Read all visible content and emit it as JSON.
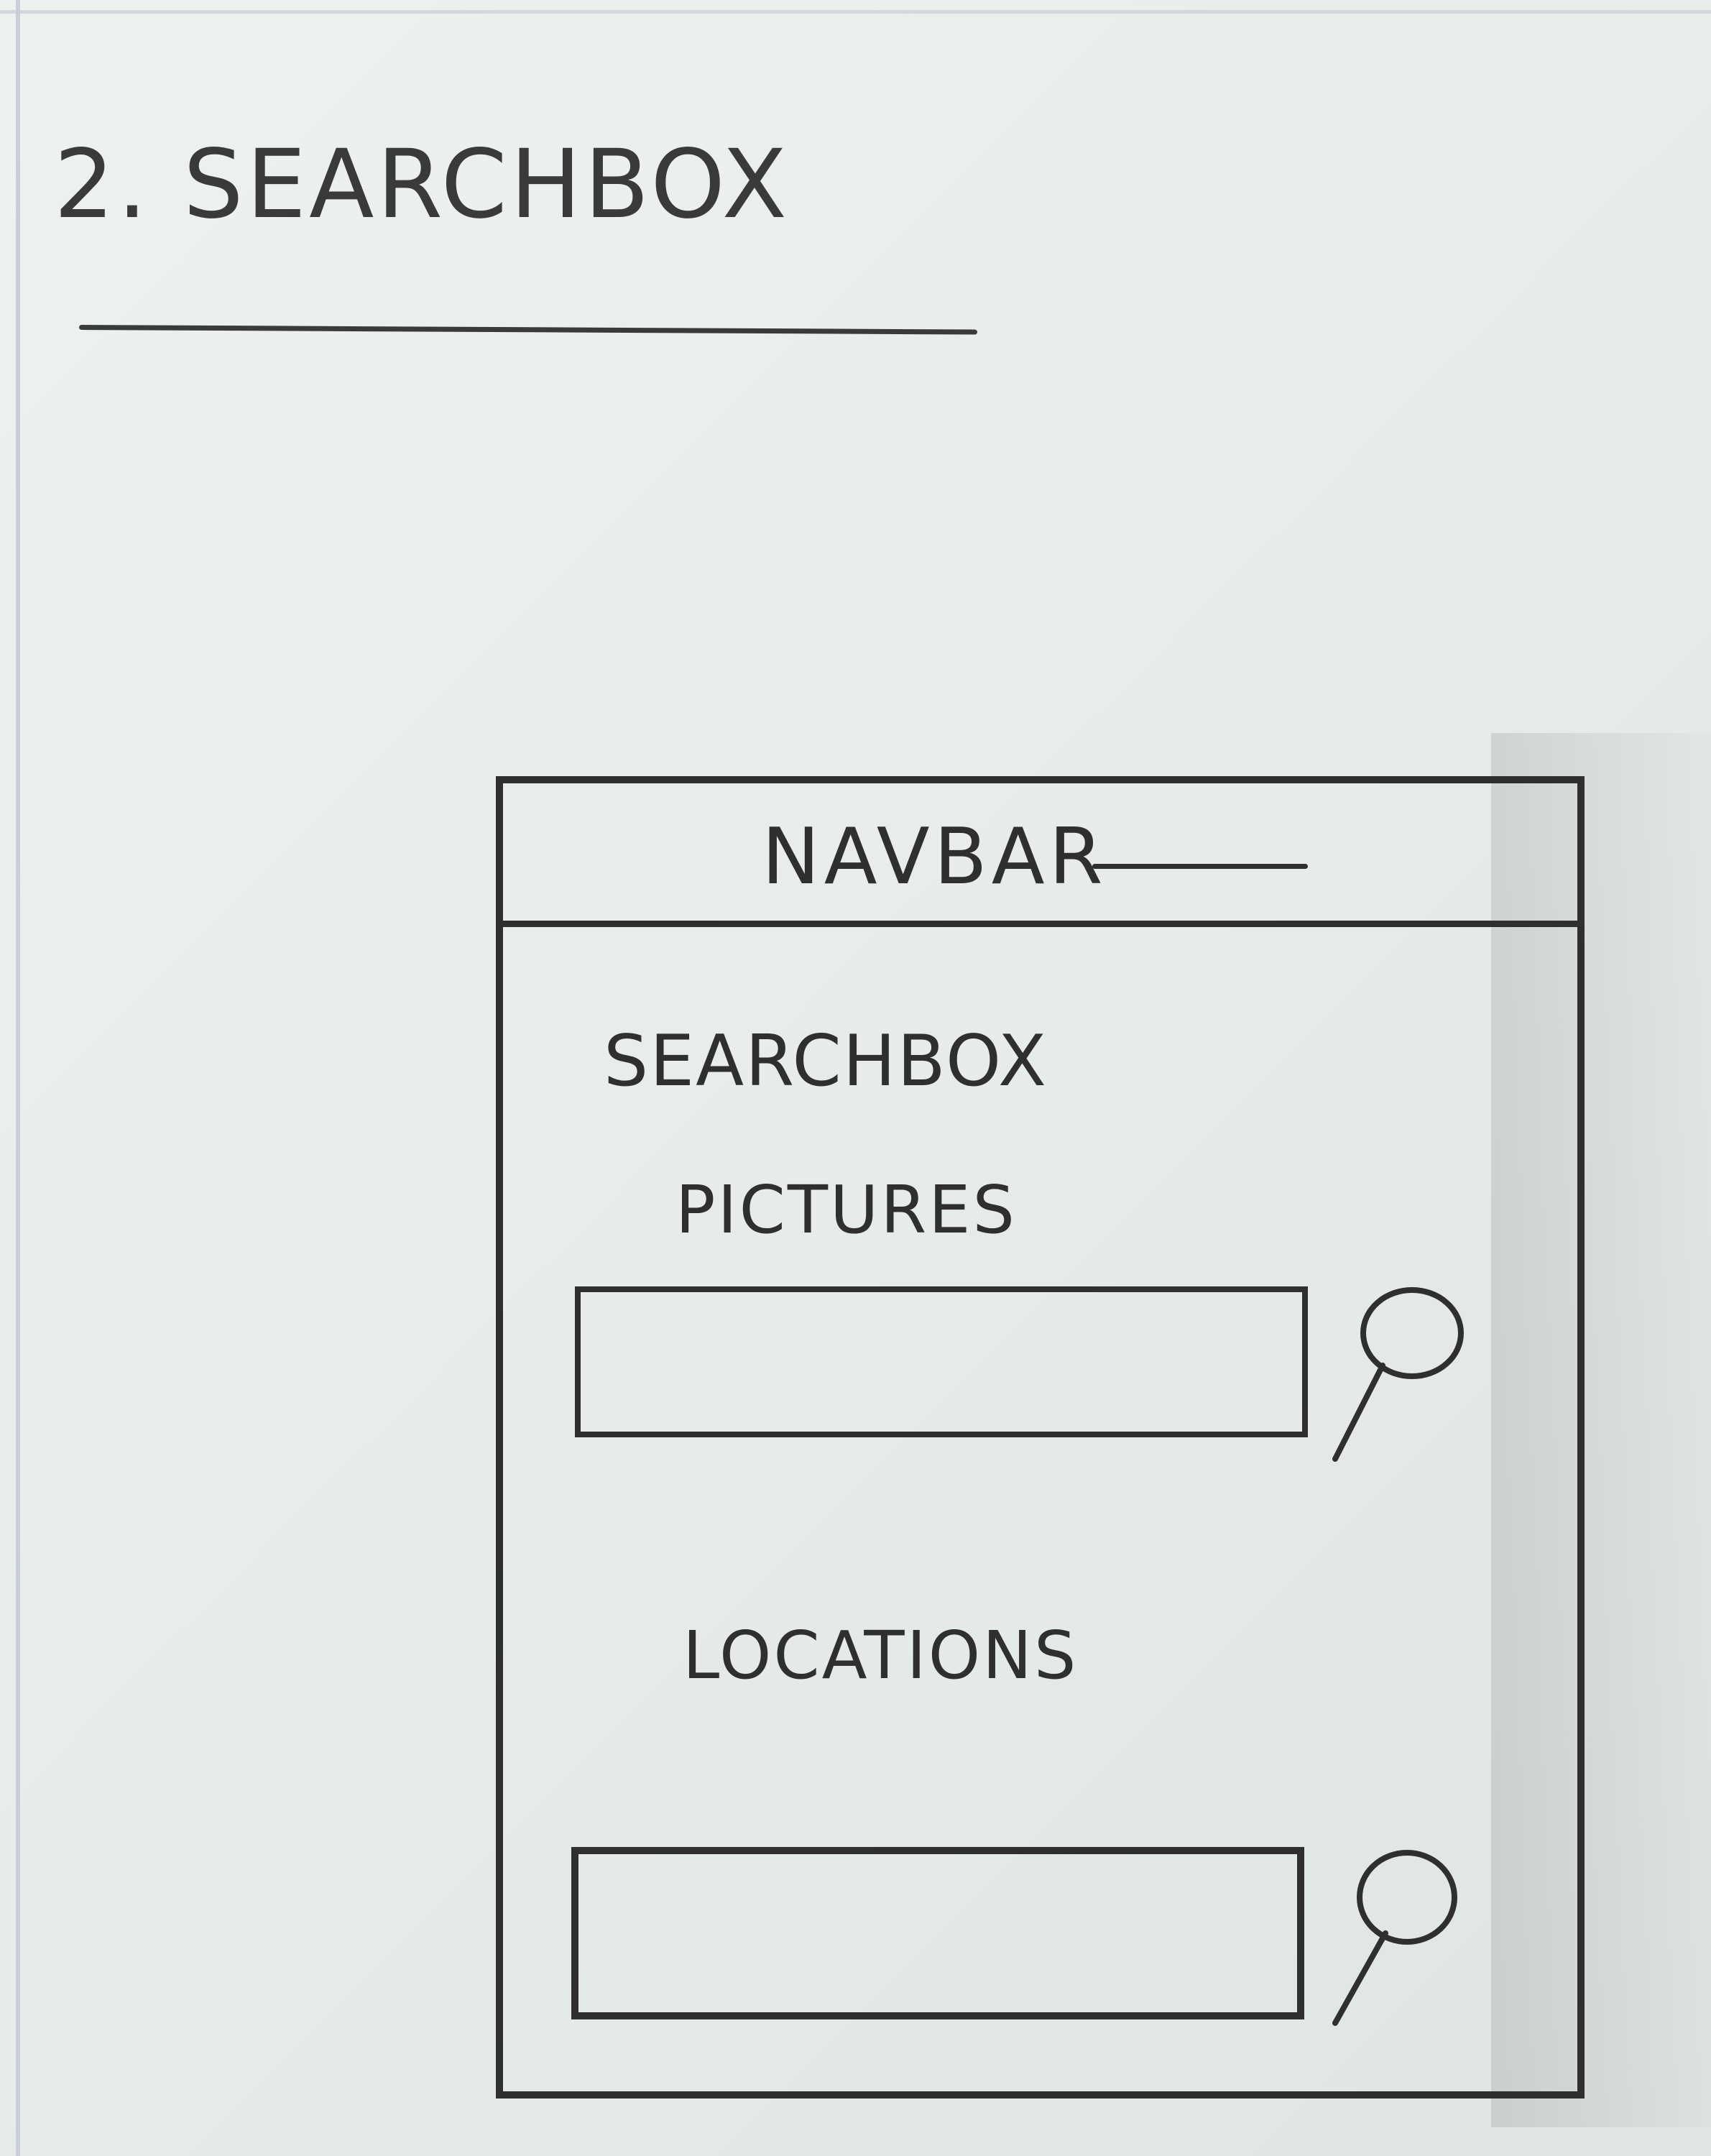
{
  "page": {
    "heading": "2. SEARCHBOX"
  },
  "navbar": {
    "title": "NAVBAR"
  },
  "searchbox": {
    "title": "SEARCHBOX",
    "pictures": {
      "label": "PICTURES",
      "value": "",
      "icon": "search-icon"
    },
    "locations": {
      "label": "LOCATIONS",
      "value": "",
      "icon": "search-icon"
    }
  },
  "colors": {
    "paper": "#e6ebe8",
    "ink": "#2f2f31"
  }
}
